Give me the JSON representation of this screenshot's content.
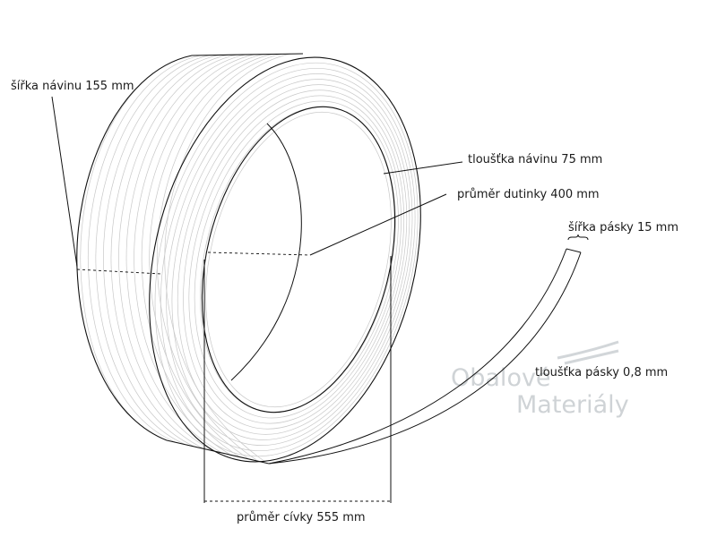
{
  "labels": {
    "winding_width": "šířka návinu 155 mm",
    "winding_thickness": "tloušťka návinu 75 mm",
    "core_diameter": "průměr dutinky 400 mm",
    "strap_width": "šířka pásky 15 mm",
    "strap_thickness": "tloušťka pásky 0,8 mm",
    "coil_diameter": "průměr cívky 555 mm"
  },
  "watermark": {
    "line1": "Obalové",
    "line2": "Materiály"
  },
  "colors": {
    "outline": "#111111",
    "winding_lines": "#c8c8c8",
    "watermark": "#cfd3d6"
  }
}
